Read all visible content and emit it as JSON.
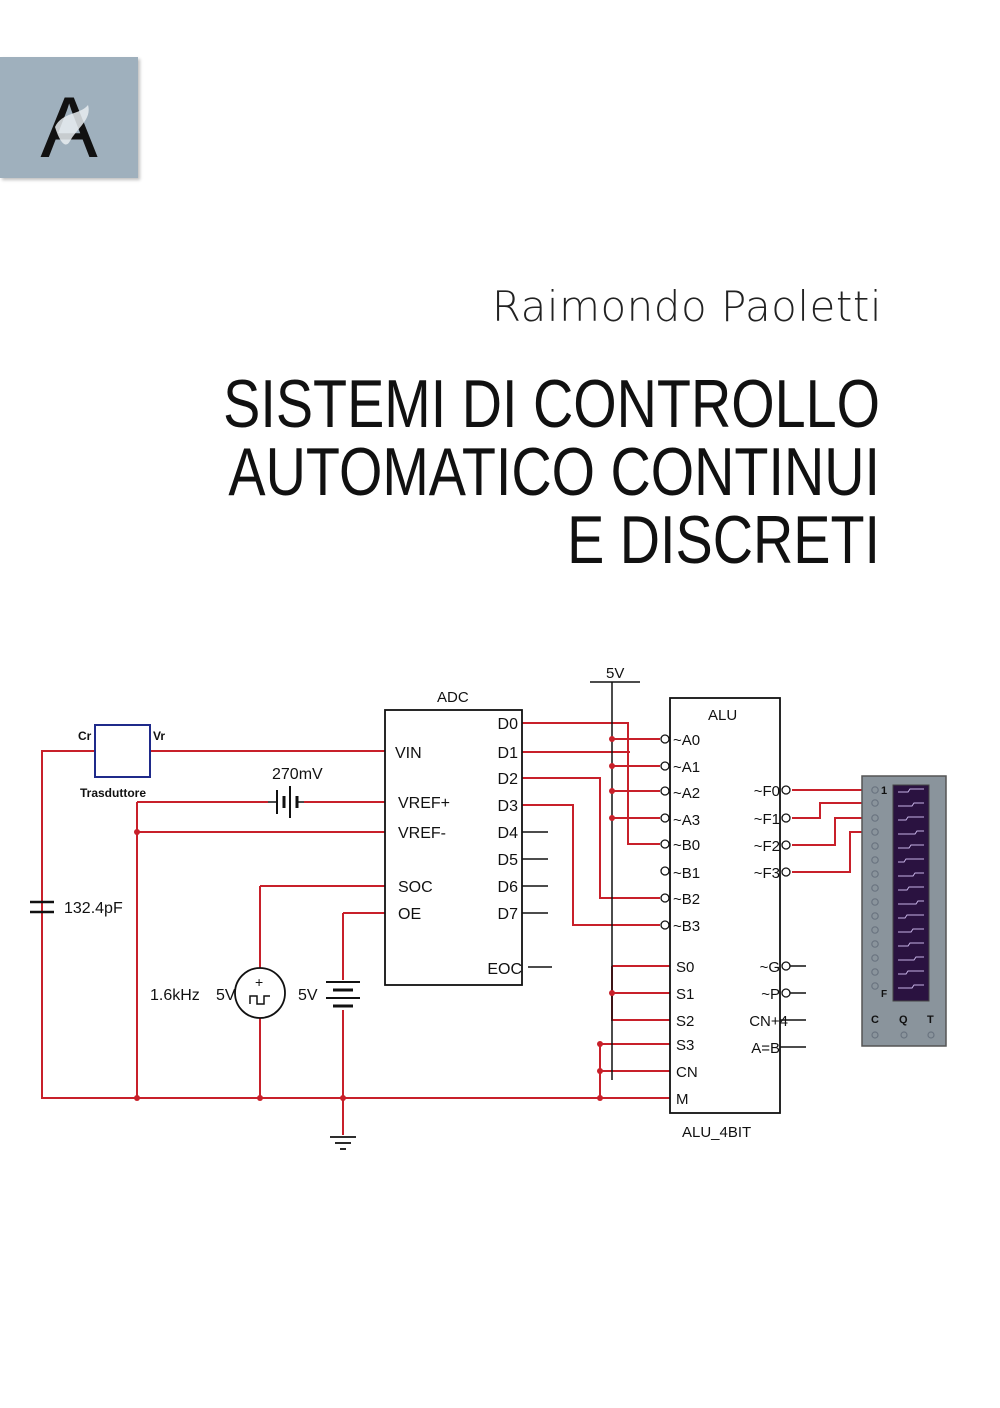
{
  "book": {
    "author": "Raimondo Paoletti",
    "title_lines": [
      "SISTEMI DI CONTROLLO",
      "AUTOMATICO CONTINUI",
      "E DISCRETI"
    ],
    "logo_letter": "A"
  },
  "schematic": {
    "adc": {
      "name": "ADC",
      "left_pins": [
        "VIN",
        "VREF+",
        "VREF-",
        "SOC",
        "OE"
      ],
      "right_pins": [
        "D0",
        "D1",
        "D2",
        "D3",
        "D4",
        "D5",
        "D6",
        "D7"
      ],
      "eoc": "EOC"
    },
    "alu": {
      "name": "ALU",
      "part": "ALU_4BIT",
      "left_pins": [
        "~A0",
        "~A1",
        "~A2",
        "~A3",
        "~B0",
        "~B1",
        "~B2",
        "~B3",
        "S0",
        "S1",
        "S2",
        "S3",
        "CN",
        "M"
      ],
      "right_pins": [
        "~F0",
        "~F1",
        "~F2",
        "~F3",
        "~G",
        "~P",
        "CN+4",
        "A=B"
      ]
    },
    "transducer": {
      "cr": "Cr",
      "vr": "Vr",
      "label": "Trasduttore"
    },
    "battery_label": "270mV",
    "capacitor_label": "132.4pF",
    "clock": {
      "freq": "1.6kHz",
      "volt": "5V"
    },
    "source_label": "5V",
    "supply_label": "5V",
    "analyzer": {
      "labels": [
        "C",
        "Q",
        "T"
      ],
      "pin1": "1",
      "pinF": "F"
    },
    "colors": {
      "wire": "#c8202a",
      "component": "#1f2a8a",
      "analyzer_bg": "#8a949c",
      "analyzer_screen": "#2a1240",
      "trace": "#c6b2e6"
    }
  }
}
